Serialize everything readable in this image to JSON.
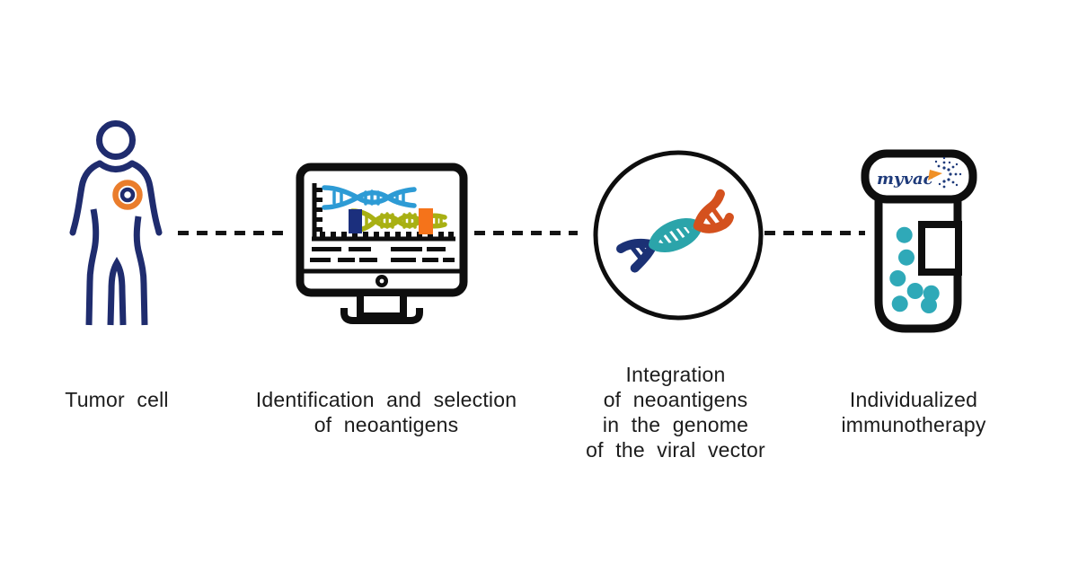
{
  "diagram": {
    "background": "#ffffff",
    "connector_style": "dashed",
    "connector_color": "#141414",
    "vial_brand": "myvac",
    "steps": [
      {
        "id": "tumor-cell",
        "icon": "patient-with-tumor-icon",
        "label_lines": [
          "Tumor cell"
        ]
      },
      {
        "id": "neoantigen-identification",
        "icon": "monitor-dna-analysis-icon",
        "label_lines": [
          "Identification and selection",
          "of neoantigens"
        ]
      },
      {
        "id": "genome-integration",
        "icon": "viral-vector-dna-circle-icon",
        "label_lines": [
          "Integration",
          "of neoantigens",
          "in the genome",
          "of the viral vector"
        ]
      },
      {
        "id": "individualized-immunotherapy",
        "icon": "myvac-vaccine-vial-icon",
        "label_lines": [
          "Individualized",
          "immunotherapy"
        ]
      }
    ],
    "colors": {
      "body_navy": "#1f2c6e",
      "tumor_ring_orange": "#ea7d2c",
      "outline_black": "#0e0e0e",
      "helix_blue": "#2d9bd5",
      "helix_green": "#a8b013",
      "bar_navy": "#1b2f7d",
      "bar_orange": "#f5731a",
      "dna_navy": "#1b3175",
      "dna_teal": "#2ba4aa",
      "dna_orange_red": "#d4511e",
      "vial_dot_teal": "#2fa9b8",
      "brand_navy": "#1e3a7a",
      "brand_arrow_orange": "#f09026",
      "text": "#1c1c1c"
    }
  }
}
